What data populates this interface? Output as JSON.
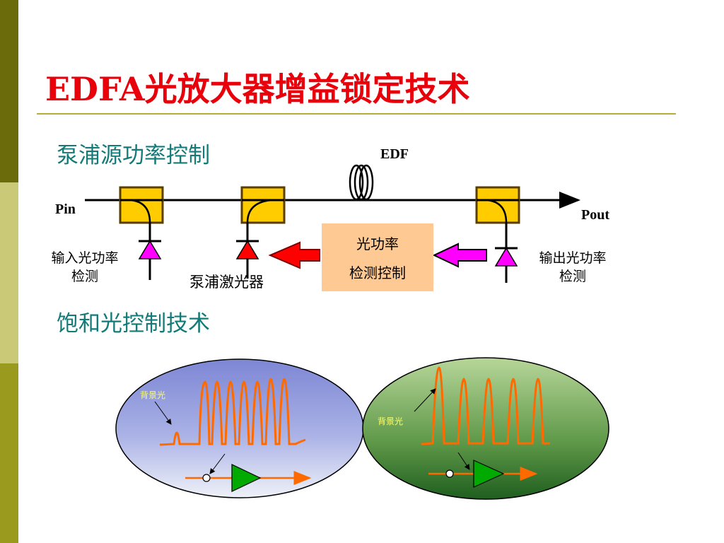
{
  "slide": {
    "title": "EDFA光放大器增益锁定技术",
    "colors": {
      "title": "#e8000b",
      "heading": "#137a78",
      "sidebar_dark": "#6b6b0c",
      "sidebar_light": "#c9c978",
      "sidebar_mid": "#9a9a1e",
      "rule": "#b7ae3a"
    }
  },
  "section1": {
    "heading": "泵浦源功率控制",
    "labels": {
      "pin": "Pin",
      "pout": "Pout",
      "edf": "EDF",
      "input_detect_line1": "输入光功率",
      "input_detect_line2": "检测",
      "pump_laser": "泵浦激光器",
      "output_detect_line1": "输出光功率",
      "output_detect_line2": "检测",
      "control_line1": "光功率",
      "control_line2": "检测控制"
    },
    "colors": {
      "coupler_fill": "#ffcc00",
      "coupler_stroke": "#5a3e00",
      "detector": "#ff00ff",
      "pump": "#ff0000",
      "control_box": "#ffc993"
    }
  },
  "section2": {
    "heading": "饱和光控制技术",
    "left_panel": {
      "background_light_label": "背景光"
    },
    "right_panel": {
      "background_light_label": "背景光"
    },
    "colors": {
      "spectrum": "#ff6a00",
      "amplifier": "#00aa00",
      "label_yellow": "#ffff66"
    }
  }
}
